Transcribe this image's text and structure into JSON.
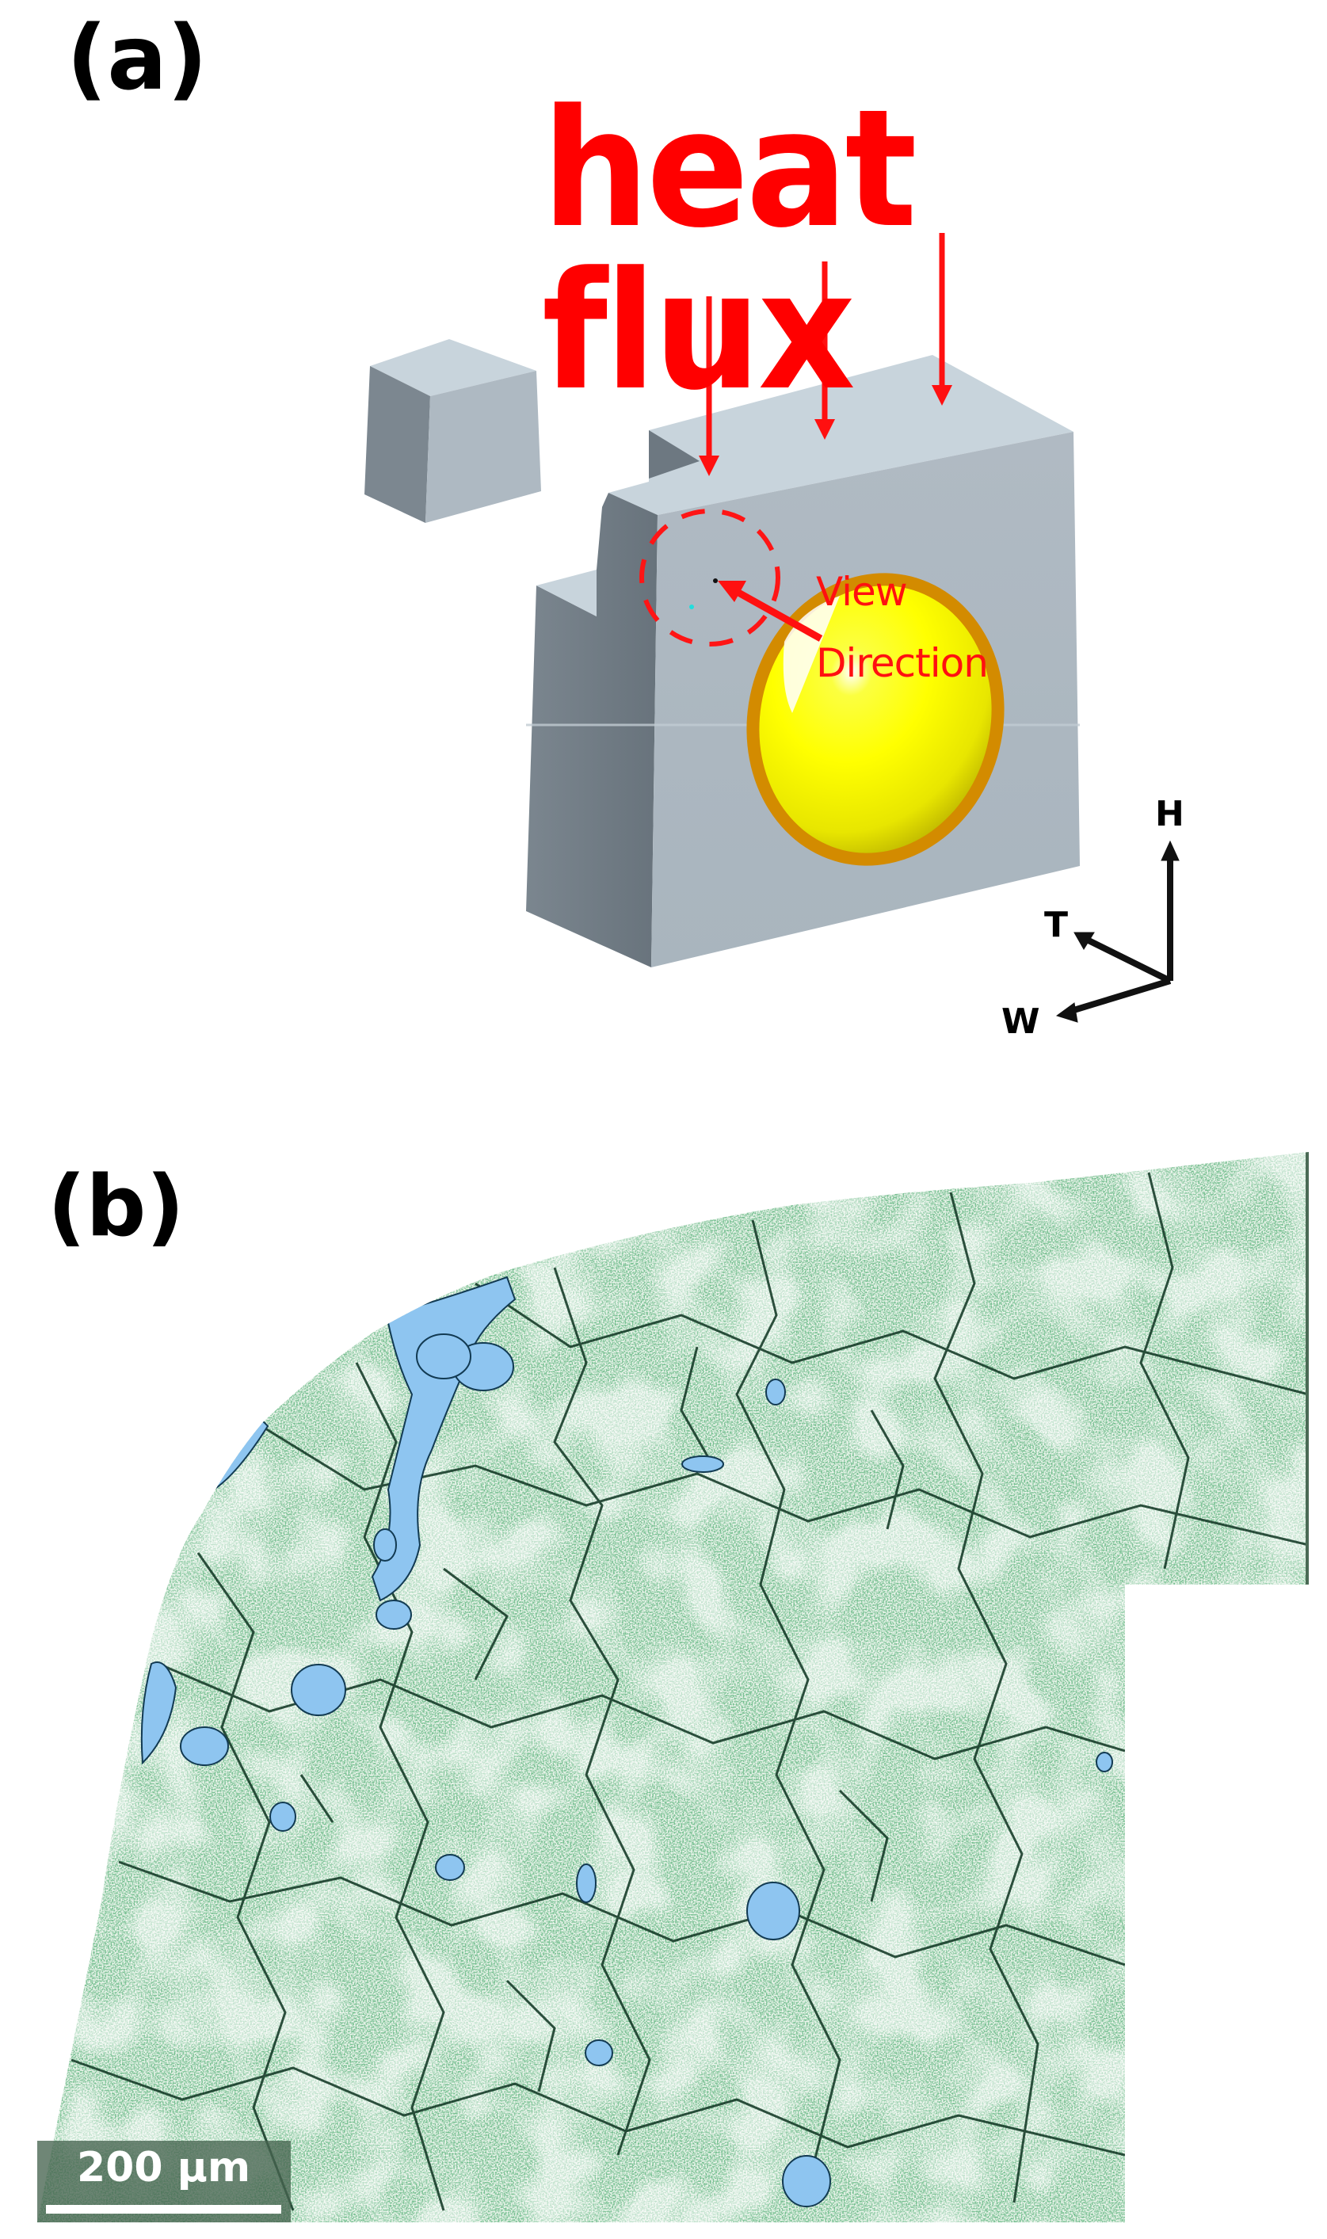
{
  "figure": {
    "panel_a": {
      "label": "(a)",
      "title": "heat flux",
      "view_direction_line1": "View",
      "view_direction_line2": "Direction",
      "axes": {
        "h": "H",
        "t": "T",
        "w": "W"
      },
      "colors": {
        "annotation_red": "#ff0000",
        "block_front": "#adb8c1",
        "block_top": "#c8d4dc",
        "block_side": "#727d86",
        "window_fill": "#ffff00",
        "window_rim": "#d38b00"
      },
      "heat_flux_arrow_count": 3
    },
    "panel_b": {
      "label": "(b)",
      "scale_bar": "200 µm",
      "colors": {
        "matrix_green": "#2e8b4a",
        "boundary": "#0d3320",
        "highlight_grains": "#8ec5f0"
      }
    }
  }
}
